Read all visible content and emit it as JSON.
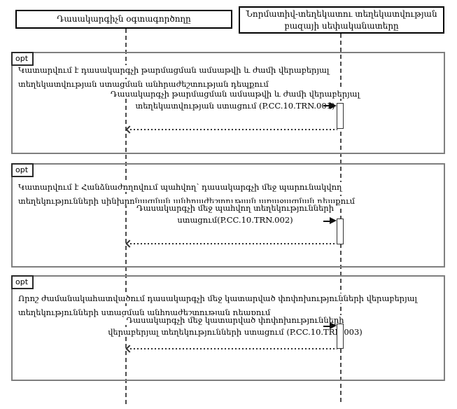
{
  "diagram": {
    "actors": [
      {
        "label": "Դասակարգիչն օգտագործողը"
      },
      {
        "label": "Նորմատիվ-տեղեկատու տեղեկատվության բազայի սեփականատերը"
      }
    ],
    "fragments": [
      {
        "operator": "opt",
        "guard_lines": [
          "Կատարվում է դասակարգչի թարմացման ամսաթվի և ժամի վերաբերյալ",
          "տեղեկատվության ստացման անհրաժեշտության դեպքում"
        ],
        "message_lines": [
          "Դասակարգչի թարմացման ամսաթվի և ժամի վերաբերյալ",
          "տեղեկատվության ստացում (P.CC.10.TRN.001)"
        ],
        "transaction_code": "P.CC.10.TRN.001"
      },
      {
        "operator": "opt",
        "guard_lines": [
          "Կատարվում է Հանձնաժողովում պահվող՝ դասակարգչի մեջ պարունակվող",
          "տեղեկությունների սինխրոնացման անհրաժեշտության առաջացման դեպքում"
        ],
        "message_lines": [
          "Դասակարգչի մեջ պահվող տեղեկությունների",
          "ստացում(P.CC.10.TRN.002)"
        ],
        "transaction_code": "P.CC.10.TRN.002"
      },
      {
        "operator": "opt",
        "guard_lines": [
          "Որոշ ժամանակահատվածում դասակարգչի մեջ կատարված փոփոխությունների վերաբերյալ",
          "տեղեկությունների ստացման անհրաժեշտության դեպքում"
        ],
        "message_lines": [
          "Դասակարգչի մեջ կատարված փոփոխությունների",
          "վերաբերյալ տեղեկությունների ստացում (P.CC.10.TRN.003)"
        ],
        "transaction_code": "P.CC.10.TRN.003"
      }
    ],
    "colors": {
      "fragment_border": "#7f7f7f",
      "line_color": "#333333",
      "text_color": "#000000",
      "background": "#ffffff"
    }
  }
}
